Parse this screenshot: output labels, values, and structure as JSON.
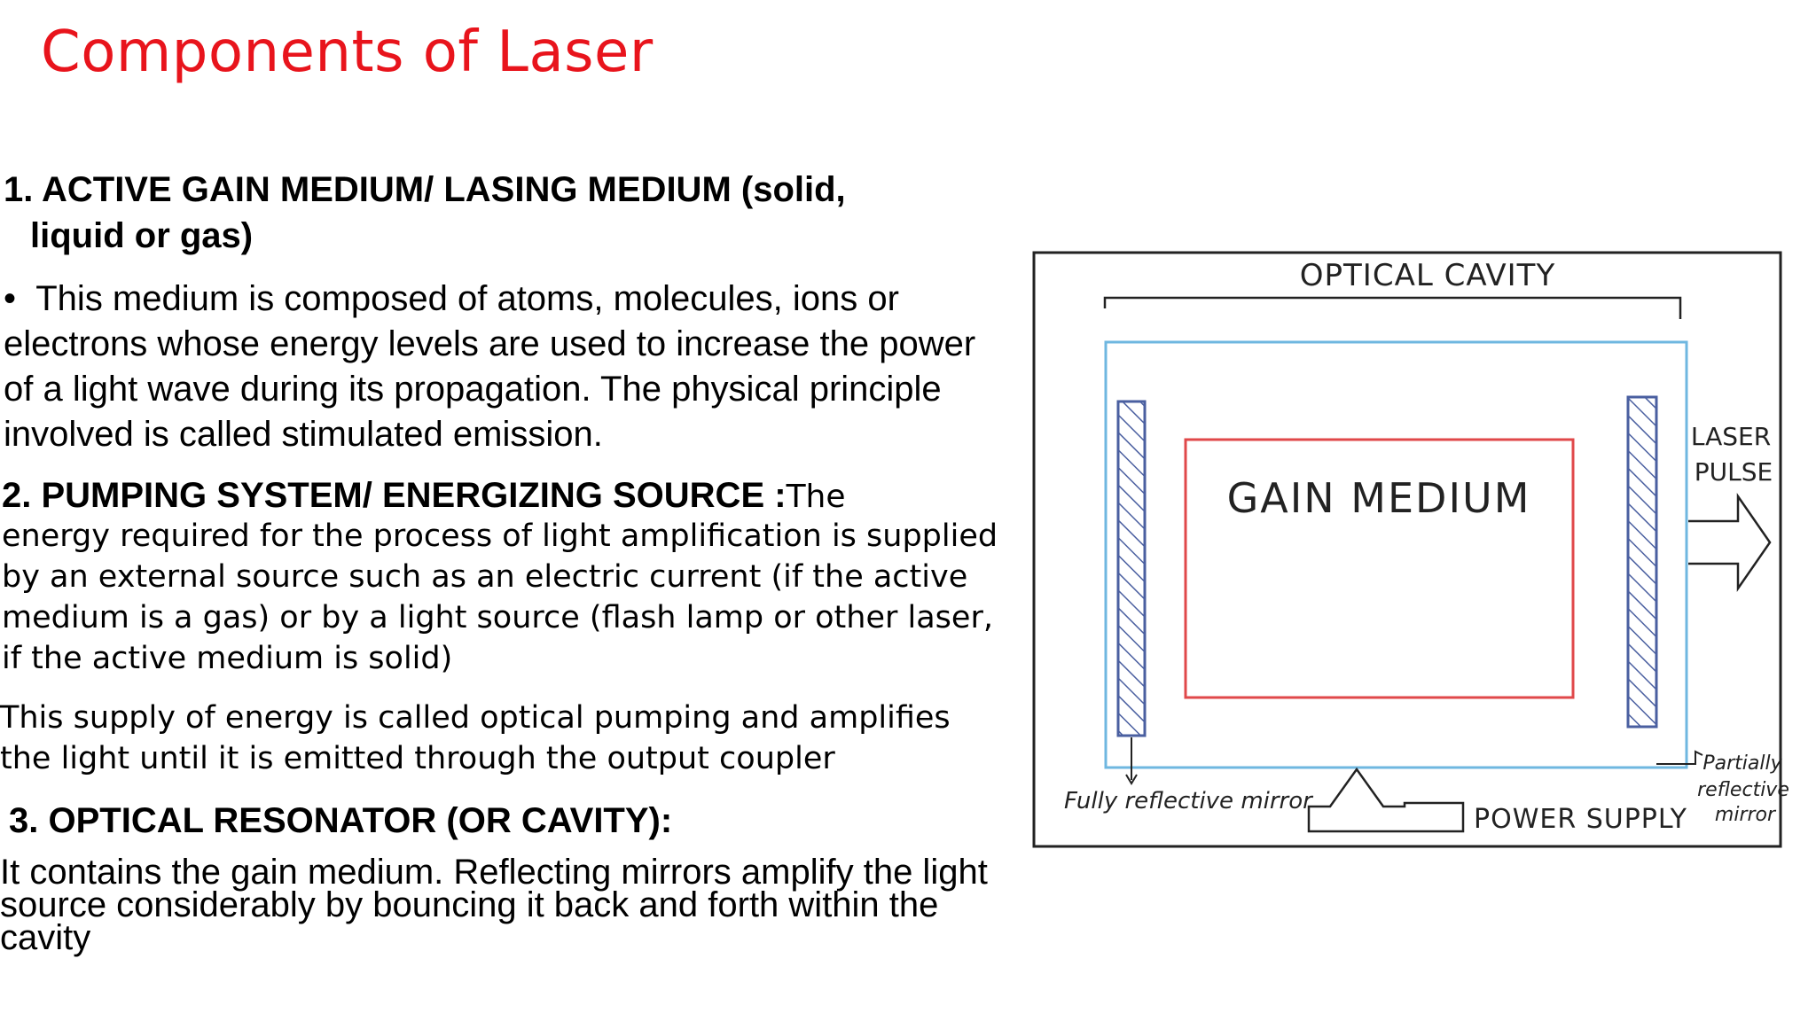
{
  "slide": {
    "title": "Components of Laser",
    "section1": {
      "heading_line1": "1. ACTIVE GAIN MEDIUM/ LASING MEDIUM (solid,",
      "heading_line2": "liquid or gas)",
      "bullet_marker": "•",
      "bullet_text": "This medium is composed of atoms, molecules, ions or electrons  whose energy levels are used to increase the power of a light wave  during its propagation. The physical principle involved is called  stimulated emission."
    },
    "section2": {
      "heading": "2. PUMPING SYSTEM/ ENERGIZING SOURCE :",
      "lead": "The",
      "text": "energy required for the process of light amplification is supplied by an external source such as an electric current (if the active medium is a gas) or by a light source (flash lamp or other laser, if the active medium is solid)",
      "text2": "This supply of energy is called optical pumping and amplifies the light until it is emitted through the output coupler"
    },
    "section3": {
      "heading": "3. OPTICAL RESONATOR (OR CAVITY):",
      "text": "It contains the gain medium. Reflecting mirrors amplify the light  source considerably by bouncing it back and forth within the cavity"
    }
  },
  "diagram": {
    "optical_cavity_label": "OPTICAL  CAVITY",
    "gain_medium_label": "GAIN   MEDIUM",
    "laser_pulse_line1": "LASER",
    "laser_pulse_line2": "PULSE",
    "fully_reflective_label": "Fully reflective mirror",
    "power_supply_label": "POWER  SUPPLY",
    "partially_line1": "Partially",
    "partially_line2": "reflective",
    "partially_line3": "mirror",
    "colors": {
      "title": "#e8141c",
      "cavity": "#6fb7e0",
      "gain": "#e0484a",
      "mirror_fill": "#4a5fa0"
    }
  }
}
